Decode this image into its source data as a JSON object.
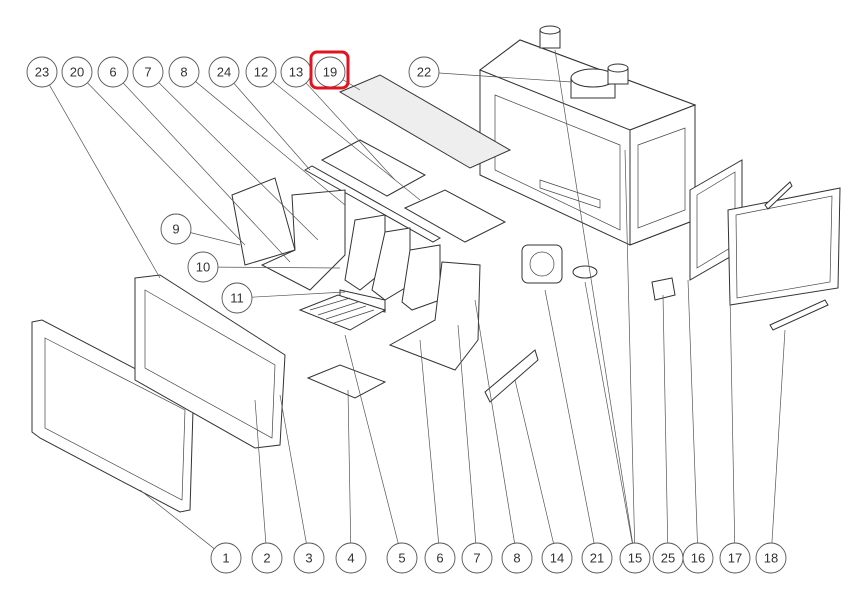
{
  "diagram": {
    "type": "exploded-parts-view",
    "highlight_color": "#e0141e",
    "highlighted_callout": "19",
    "callouts_top": [
      "23",
      "20",
      "6",
      "7",
      "8",
      "24",
      "12",
      "13",
      "19",
      "22"
    ],
    "callouts_side": [
      "9",
      "10",
      "11"
    ],
    "callouts_bottom": [
      "1",
      "2",
      "3",
      "4",
      "5",
      "6",
      "7",
      "8",
      "14",
      "21",
      "15",
      "25",
      "16",
      "17",
      "18"
    ]
  }
}
